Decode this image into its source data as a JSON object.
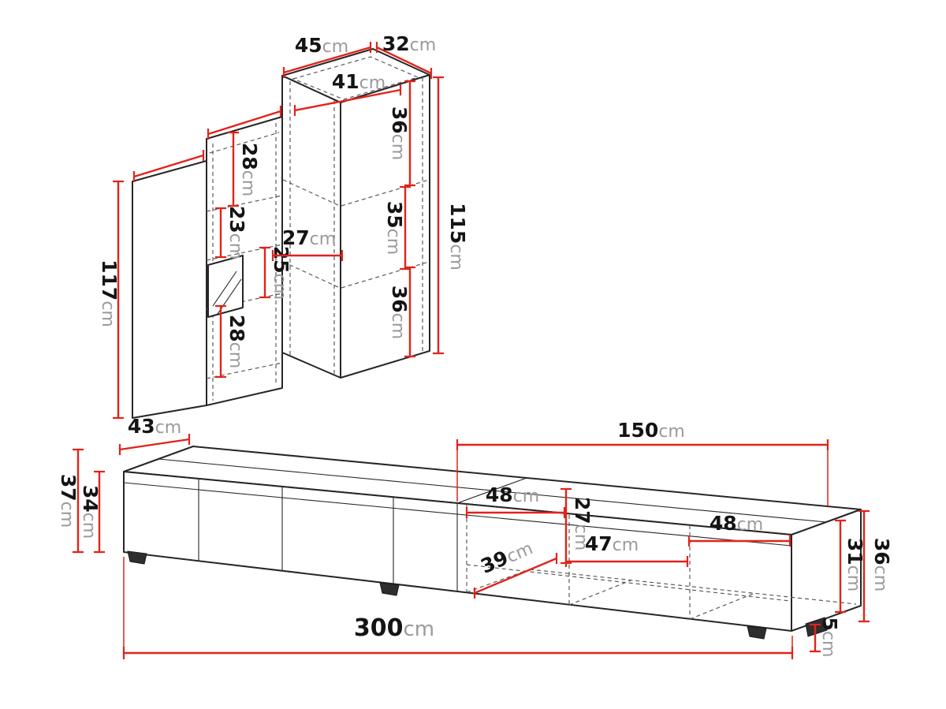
{
  "unit": "cm",
  "colors": {
    "dimension_red": "#e2231a",
    "outline_black": "#262626",
    "unit_gray": "#9a9a9a"
  },
  "wall_unit": {
    "top_width": "45",
    "top_depth": "32",
    "inner_top_width": "41",
    "right_shelf_top": "36",
    "right_shelf_middle": "35",
    "right_shelf_bottom": "36",
    "right_total_height": "115",
    "mid_shelf_a": "28",
    "mid_shelf_b": "23",
    "mid_shelf_c": "25",
    "mid_inner_width": "27",
    "mid_shelf_d": "28",
    "left_total_height": "117"
  },
  "tv_stand": {
    "depth": "43",
    "right_section_width": "150",
    "left_outer_height": "37",
    "left_inner_height": "34",
    "compartment_top_width": "48",
    "inner_height": "27",
    "compartment_bottom_width": "47",
    "right_compartment_width": "48",
    "inner_depth": "39",
    "total_width": "300",
    "right_outer_height": "36",
    "right_inner_height": "31",
    "foot_height": "5"
  }
}
